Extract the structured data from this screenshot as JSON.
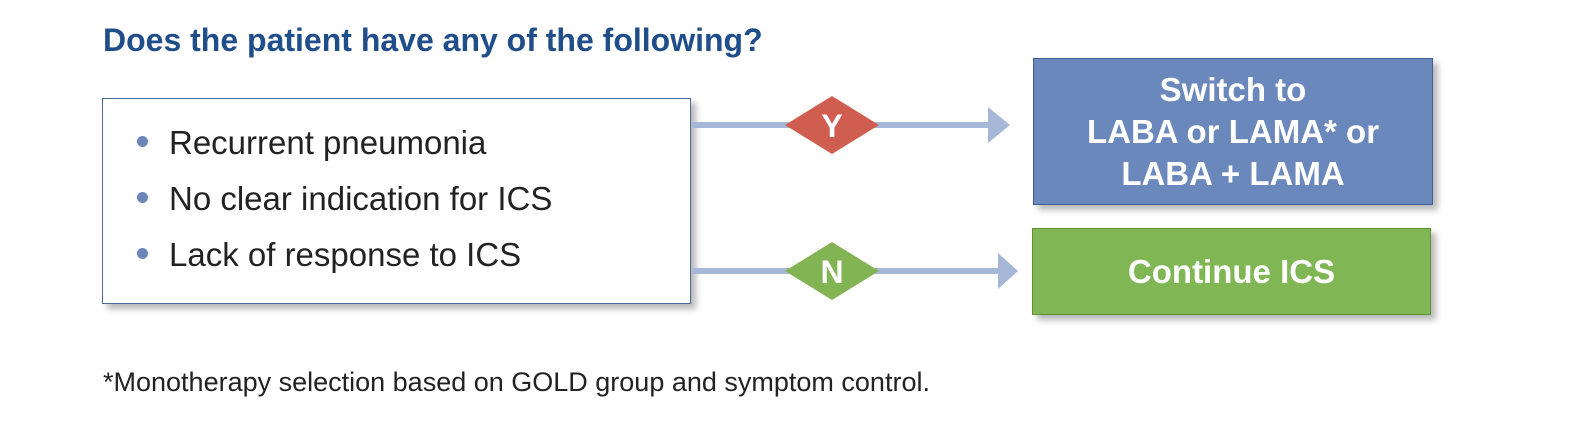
{
  "question": "Does the patient have any of the following?",
  "criteria": [
    "Recurrent pneumonia",
    "No clear indication for ICS",
    "Lack of response to ICS"
  ],
  "decisions": {
    "yes_label": "Y",
    "no_label": "N"
  },
  "outcomes": {
    "yes": {
      "lines": [
        "Switch to",
        "LABA or LAMA* or",
        "LABA + LAMA"
      ]
    },
    "no": {
      "label": "Continue ICS"
    }
  },
  "footnote": "*Monotherapy selection based on GOLD group and symptom control.",
  "colors": {
    "heading": "#1f4e8a",
    "connector": "#a7b7d8",
    "yes_diamond": "#cf5e50",
    "no_diamond": "#82b453",
    "switch_box": "#6b88bc",
    "continue_box": "#80b654"
  }
}
